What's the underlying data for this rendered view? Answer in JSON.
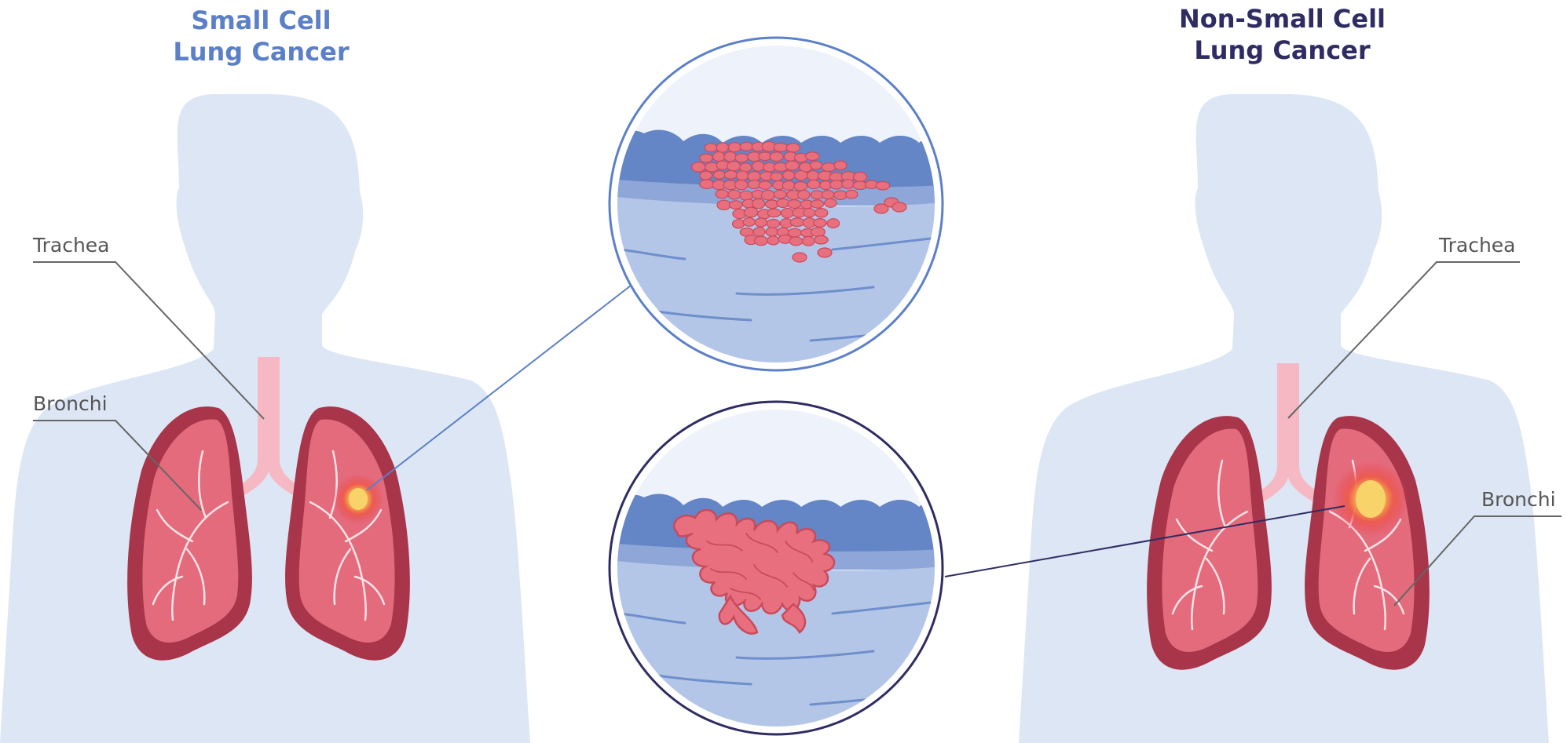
{
  "titles": {
    "left": {
      "line1": "Small Cell",
      "line2": "Lung Cancer"
    },
    "right": {
      "line1": "Non-Small Cell",
      "line2": "Lung Cancer"
    }
  },
  "labels": {
    "left_trachea": "Trachea",
    "left_bronchi": "Bronchi",
    "right_trachea": "Trachea",
    "right_bronchi": "Bronchi"
  },
  "colors": {
    "body": "#dce6f5",
    "lung_dark": "#a8354a",
    "lung": "#e46b7b",
    "trachea": "#f6b9c4",
    "tumor_core": "#f7c85a",
    "small_cell_accent": "#5b80c9",
    "non_small_cell_accent": "#2f2c63",
    "tissue": "#b4c6e7",
    "epithelium": "#6485c6",
    "cancer_cells": "#e8707e"
  },
  "icons": {
    "body_silhouette": "human-torso-silhouette",
    "lungs": "lungs-icon",
    "tumor": "tumor-spot-icon"
  }
}
